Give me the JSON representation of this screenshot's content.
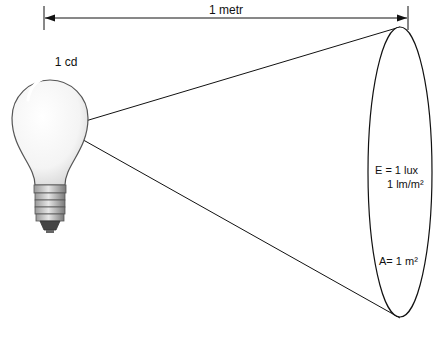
{
  "diagram": {
    "nodes": [
      {
        "text": [
          "E = 1 lux",
          "1 lm/m²",
          "A= 1 m²"
        ]
      }
    ],
    "labels": [
      "1 metr",
      "1 cd"
    ]
  }
}
